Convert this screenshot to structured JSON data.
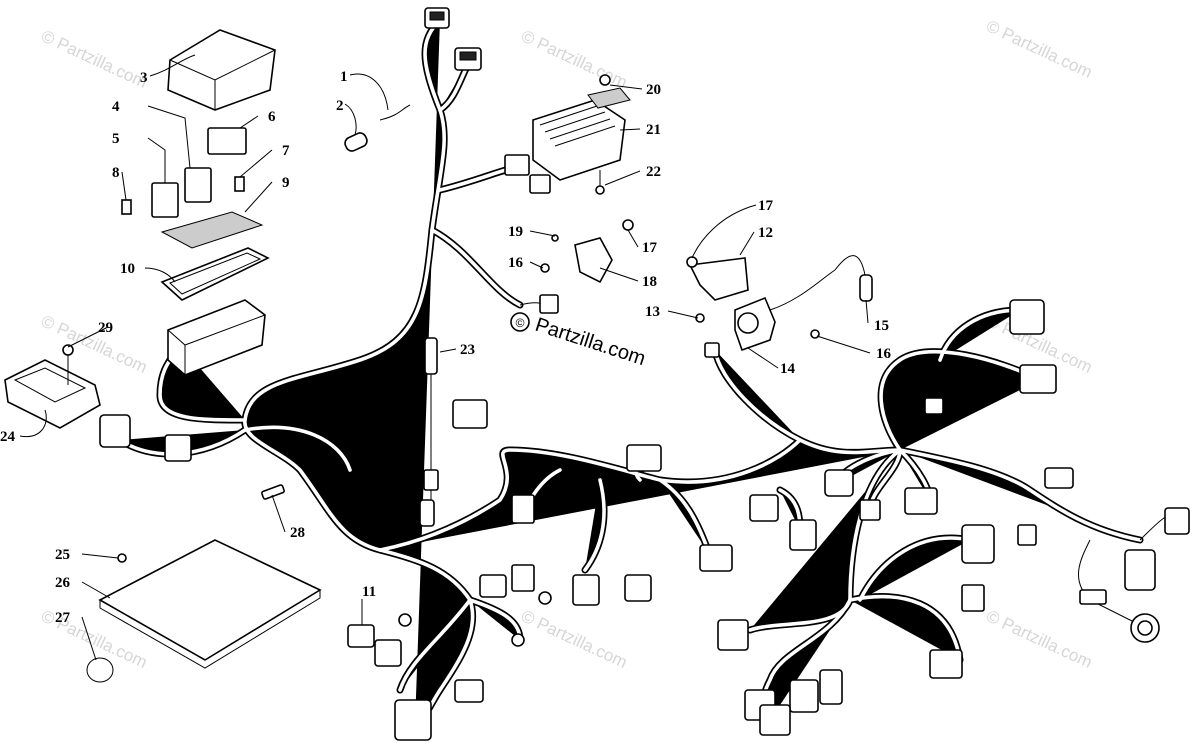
{
  "watermark": {
    "text": "© Partzilla.com",
    "brand_text": "Partzilla.com",
    "copyright_symbol": "©"
  },
  "callouts": {
    "c1": "1",
    "c2": "2",
    "c3": "3",
    "c4": "4",
    "c5": "5",
    "c6": "6",
    "c7": "7",
    "c8": "8",
    "c9": "9",
    "c10": "10",
    "c11": "11",
    "c12": "12",
    "c13": "13",
    "c14": "14",
    "c15": "15",
    "c16a": "16",
    "c16b": "16",
    "c17a": "17",
    "c17b": "17",
    "c18": "18",
    "c19": "19",
    "c20": "20",
    "c21": "21",
    "c22": "22",
    "c23": "23",
    "c24": "24",
    "c25": "25",
    "c26": "26",
    "c27": "27",
    "c28": "28",
    "c29": "29"
  },
  "colors": {
    "line": "#000000",
    "watermark": "#d6d6d6",
    "background": "#ffffff"
  }
}
